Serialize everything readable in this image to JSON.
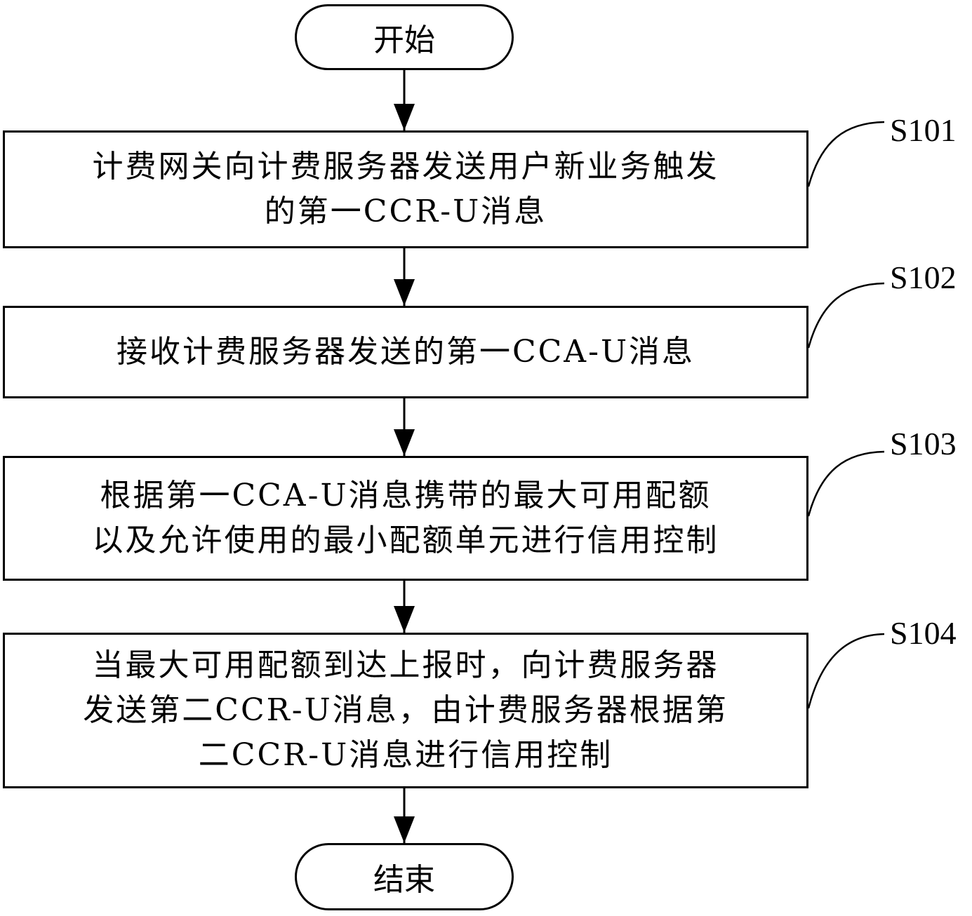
{
  "start": "开始",
  "end": "结束",
  "steps": [
    {
      "id": "S101",
      "lines": [
        "计费网关向计费服务器发送用户新业务触发",
        "的第一CCR-U消息"
      ]
    },
    {
      "id": "S102",
      "lines": [
        "接收计费服务器发送的第一CCA-U消息"
      ]
    },
    {
      "id": "S103",
      "lines": [
        "根据第一CCA-U消息携带的最大可用配额",
        "以及允许使用的最小配额单元进行信用控制"
      ]
    },
    {
      "id": "S104",
      "lines": [
        "当最大可用配额到达上报时，向计费服务器",
        "发送第二CCR-U消息，由计费服务器根据第",
        "二CCR-U消息进行信用控制"
      ]
    }
  ]
}
